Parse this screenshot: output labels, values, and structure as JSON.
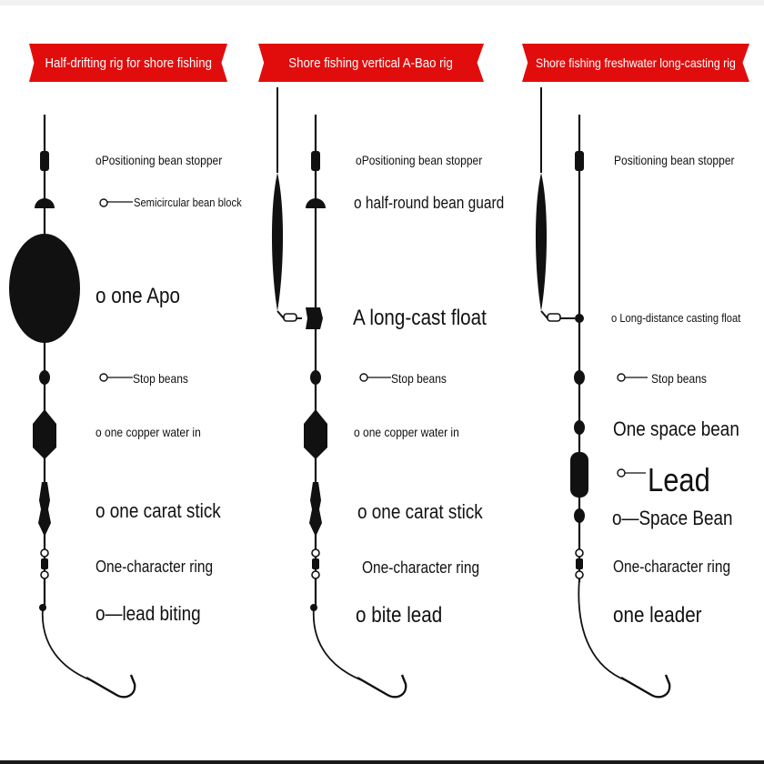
{
  "columns": [
    {
      "title": "Half-drifting rig for shore fishing",
      "labels": {
        "positioning_bean_stopper": "oPositioning bean stopper",
        "semicircular_bean_block": "Semicircular bean block",
        "apo": "o one Apo",
        "stop_beans": "Stop beans",
        "copper_water": "o one copper water in",
        "carat_stick": "o one carat stick",
        "character_ring": "One-character ring",
        "lead_biting": "o—lead biting"
      }
    },
    {
      "title": "Shore fishing vertical A-Bao rig",
      "labels": {
        "positioning_bean_stopper": "oPositioning bean stopper",
        "half_round_bean_guard": "o half-round bean guard",
        "long_cast_float": "A long-cast float",
        "stop_beans": "Stop beans",
        "copper_water": "o one copper water in",
        "carat_stick": "o one carat stick",
        "character_ring": "One-character ring",
        "bite_lead": "o bite lead"
      }
    },
    {
      "title": "Shore fishing freshwater long-casting rig",
      "labels": {
        "positioning_bean_stopper": "Positioning bean stopper",
        "long_distance_float": "o Long-distance casting float",
        "stop_beans": "Stop beans",
        "space_bean": "One space bean",
        "lead": "Lead",
        "space_bean_2": "o—Space Bean",
        "character_ring": "One-character ring",
        "leader": "one leader"
      }
    }
  ],
  "colors": {
    "banner": "#e10d0d",
    "banner_text": "#ffffff",
    "line": "#111111",
    "text": "#111111"
  }
}
